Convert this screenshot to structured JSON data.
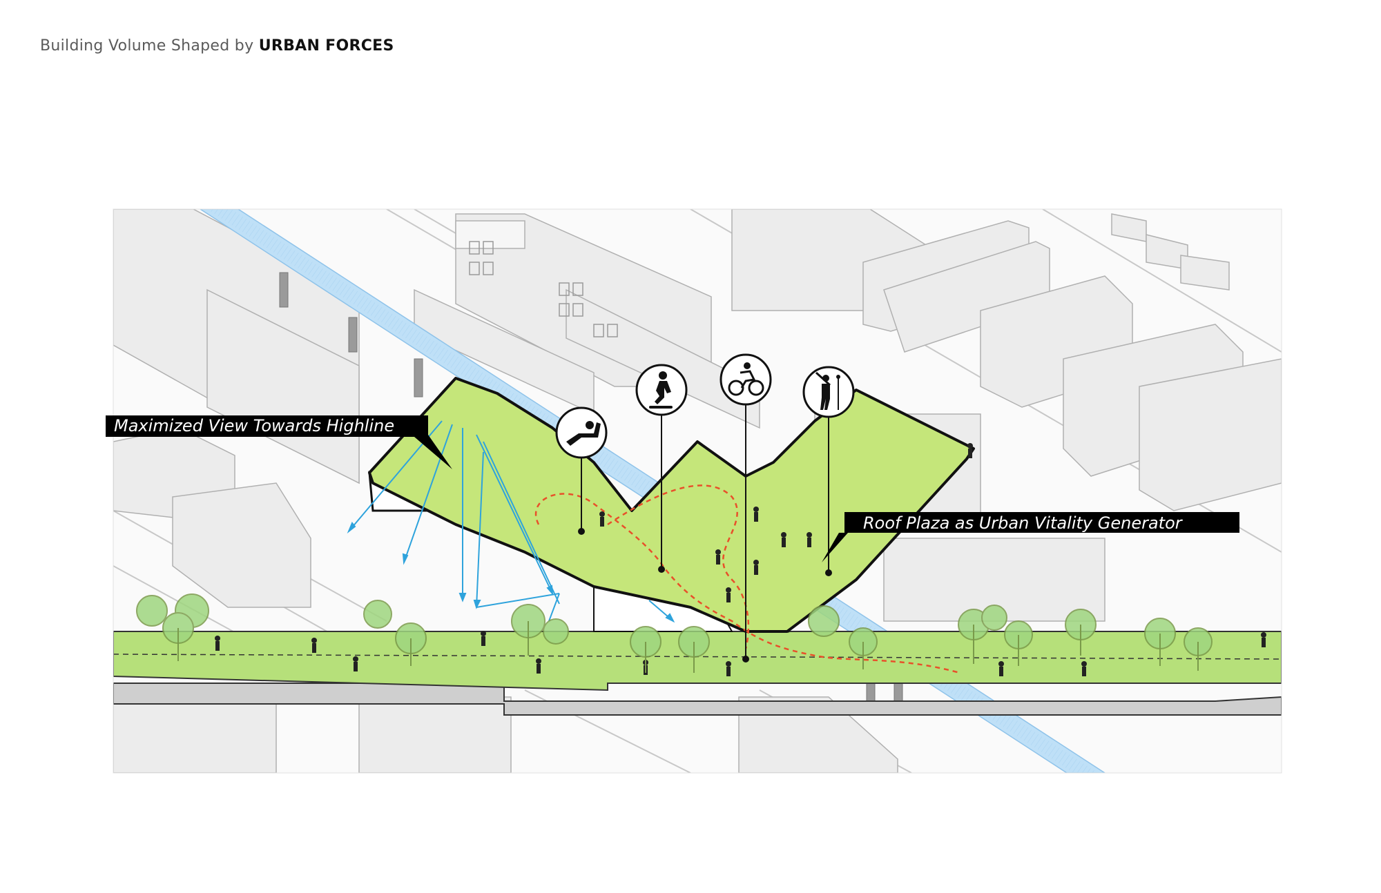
{
  "title": {
    "prefix": "Building Volume Shaped by ",
    "emphasis": "URBAN FORCES"
  },
  "callouts": {
    "view": "Maximized View Towards Highline",
    "plaza": "Roof Plaza as Urban Vitality Generator"
  },
  "activity_icons": [
    "lounge-chair-icon",
    "skateboarder-icon",
    "cyclist-icon",
    "performer-icon"
  ],
  "colors": {
    "roof_green": "#c5e67a",
    "park_green": "#b6e07a",
    "highline_blue": "#bfe0f7",
    "circulation_red": "#e8502a",
    "view_arrow_blue": "#2ea3dc",
    "context_gray": "#e8e8e8"
  }
}
